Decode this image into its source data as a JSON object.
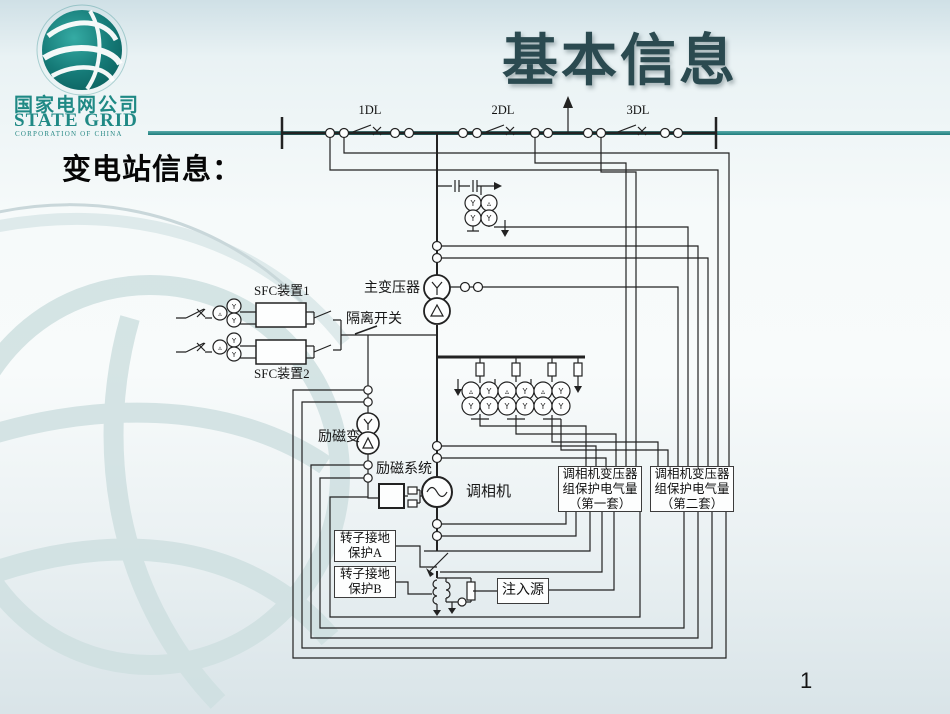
{
  "header": {
    "title": "基本信息",
    "subtitle": "变电站信息：",
    "logo": {
      "cn": "国家电网公司",
      "en": "STATE GRID",
      "sub": "CORPORATION OF CHINA"
    }
  },
  "footer": {
    "page_number": "1"
  },
  "diagram": {
    "breaker_labels": [
      "1DL",
      "2DL",
      "3DL"
    ],
    "labels": {
      "sfc1": "SFC装置1",
      "sfc2": "SFC装置2",
      "main_transformer": "主变压器",
      "disconnector": "隔离开关",
      "excitation_transformer": "励磁变",
      "excitation_system": "励磁系统",
      "condenser": "调相机"
    },
    "boxes": {
      "rotor_a": [
        "转子接地",
        "保护A"
      ],
      "rotor_b": [
        "转子接地",
        "保护B"
      ],
      "injection": "注入源",
      "protection1": [
        "调相机变压器",
        "组保护电气量",
        "（第一套）"
      ],
      "protection2": [
        "调相机变压器",
        "组保护电气量",
        "（第二套）"
      ]
    },
    "colors": {
      "line": "#222222",
      "teal_rule": "#2e8b8b",
      "title": "#2b4a50",
      "logo_teal": "#1f8985"
    }
  }
}
